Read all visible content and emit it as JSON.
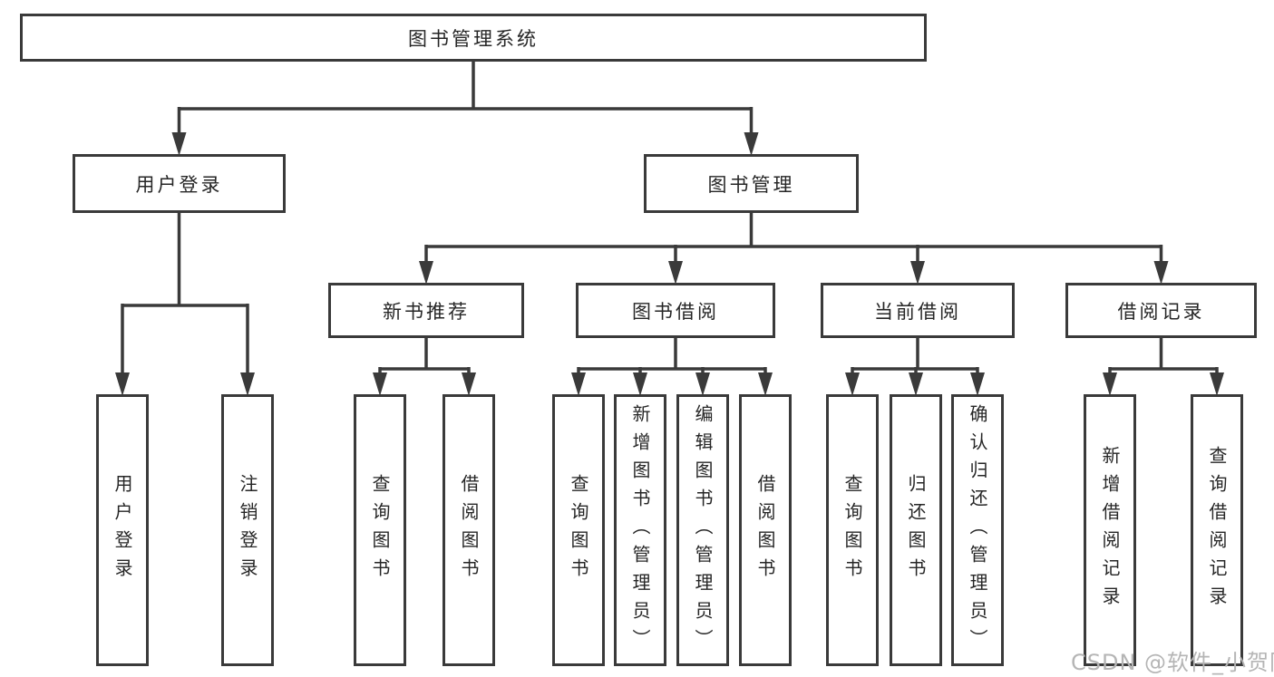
{
  "diagram_title": "图书管理系统",
  "nodes": {
    "root": "图书管理系统",
    "user_login": "用户登录",
    "book_management": "图书管理",
    "new_book_recommend": "新书推荐",
    "book_borrow": "图书借阅",
    "current_borrow": "当前借阅",
    "borrow_records": "借阅记录",
    "leaf_user_login": "用户登录",
    "leaf_logout": "注销登录",
    "leaf_query_books_rec": "查询图书",
    "leaf_borrow_books_rec": "借阅图书",
    "leaf_query_books_borrow": "查询图书",
    "leaf_add_books_admin": "新增图书（管理员）",
    "leaf_edit_books_admin": "编辑图书（管理员）",
    "leaf_borrow_books_borrow": "借阅图书",
    "leaf_query_books_current": "查询图书",
    "leaf_return_books": "归还图书",
    "leaf_confirm_return_admin": "确认归还（管理员）",
    "leaf_add_borrow_record": "新增借阅记录",
    "leaf_query_borrow_record": "查询借阅记录"
  },
  "watermark": "CSDN @软件_小贺同学",
  "colors": {
    "line": "#3a3a3a",
    "text": "#262626",
    "watermark": "#b5b5b5"
  }
}
